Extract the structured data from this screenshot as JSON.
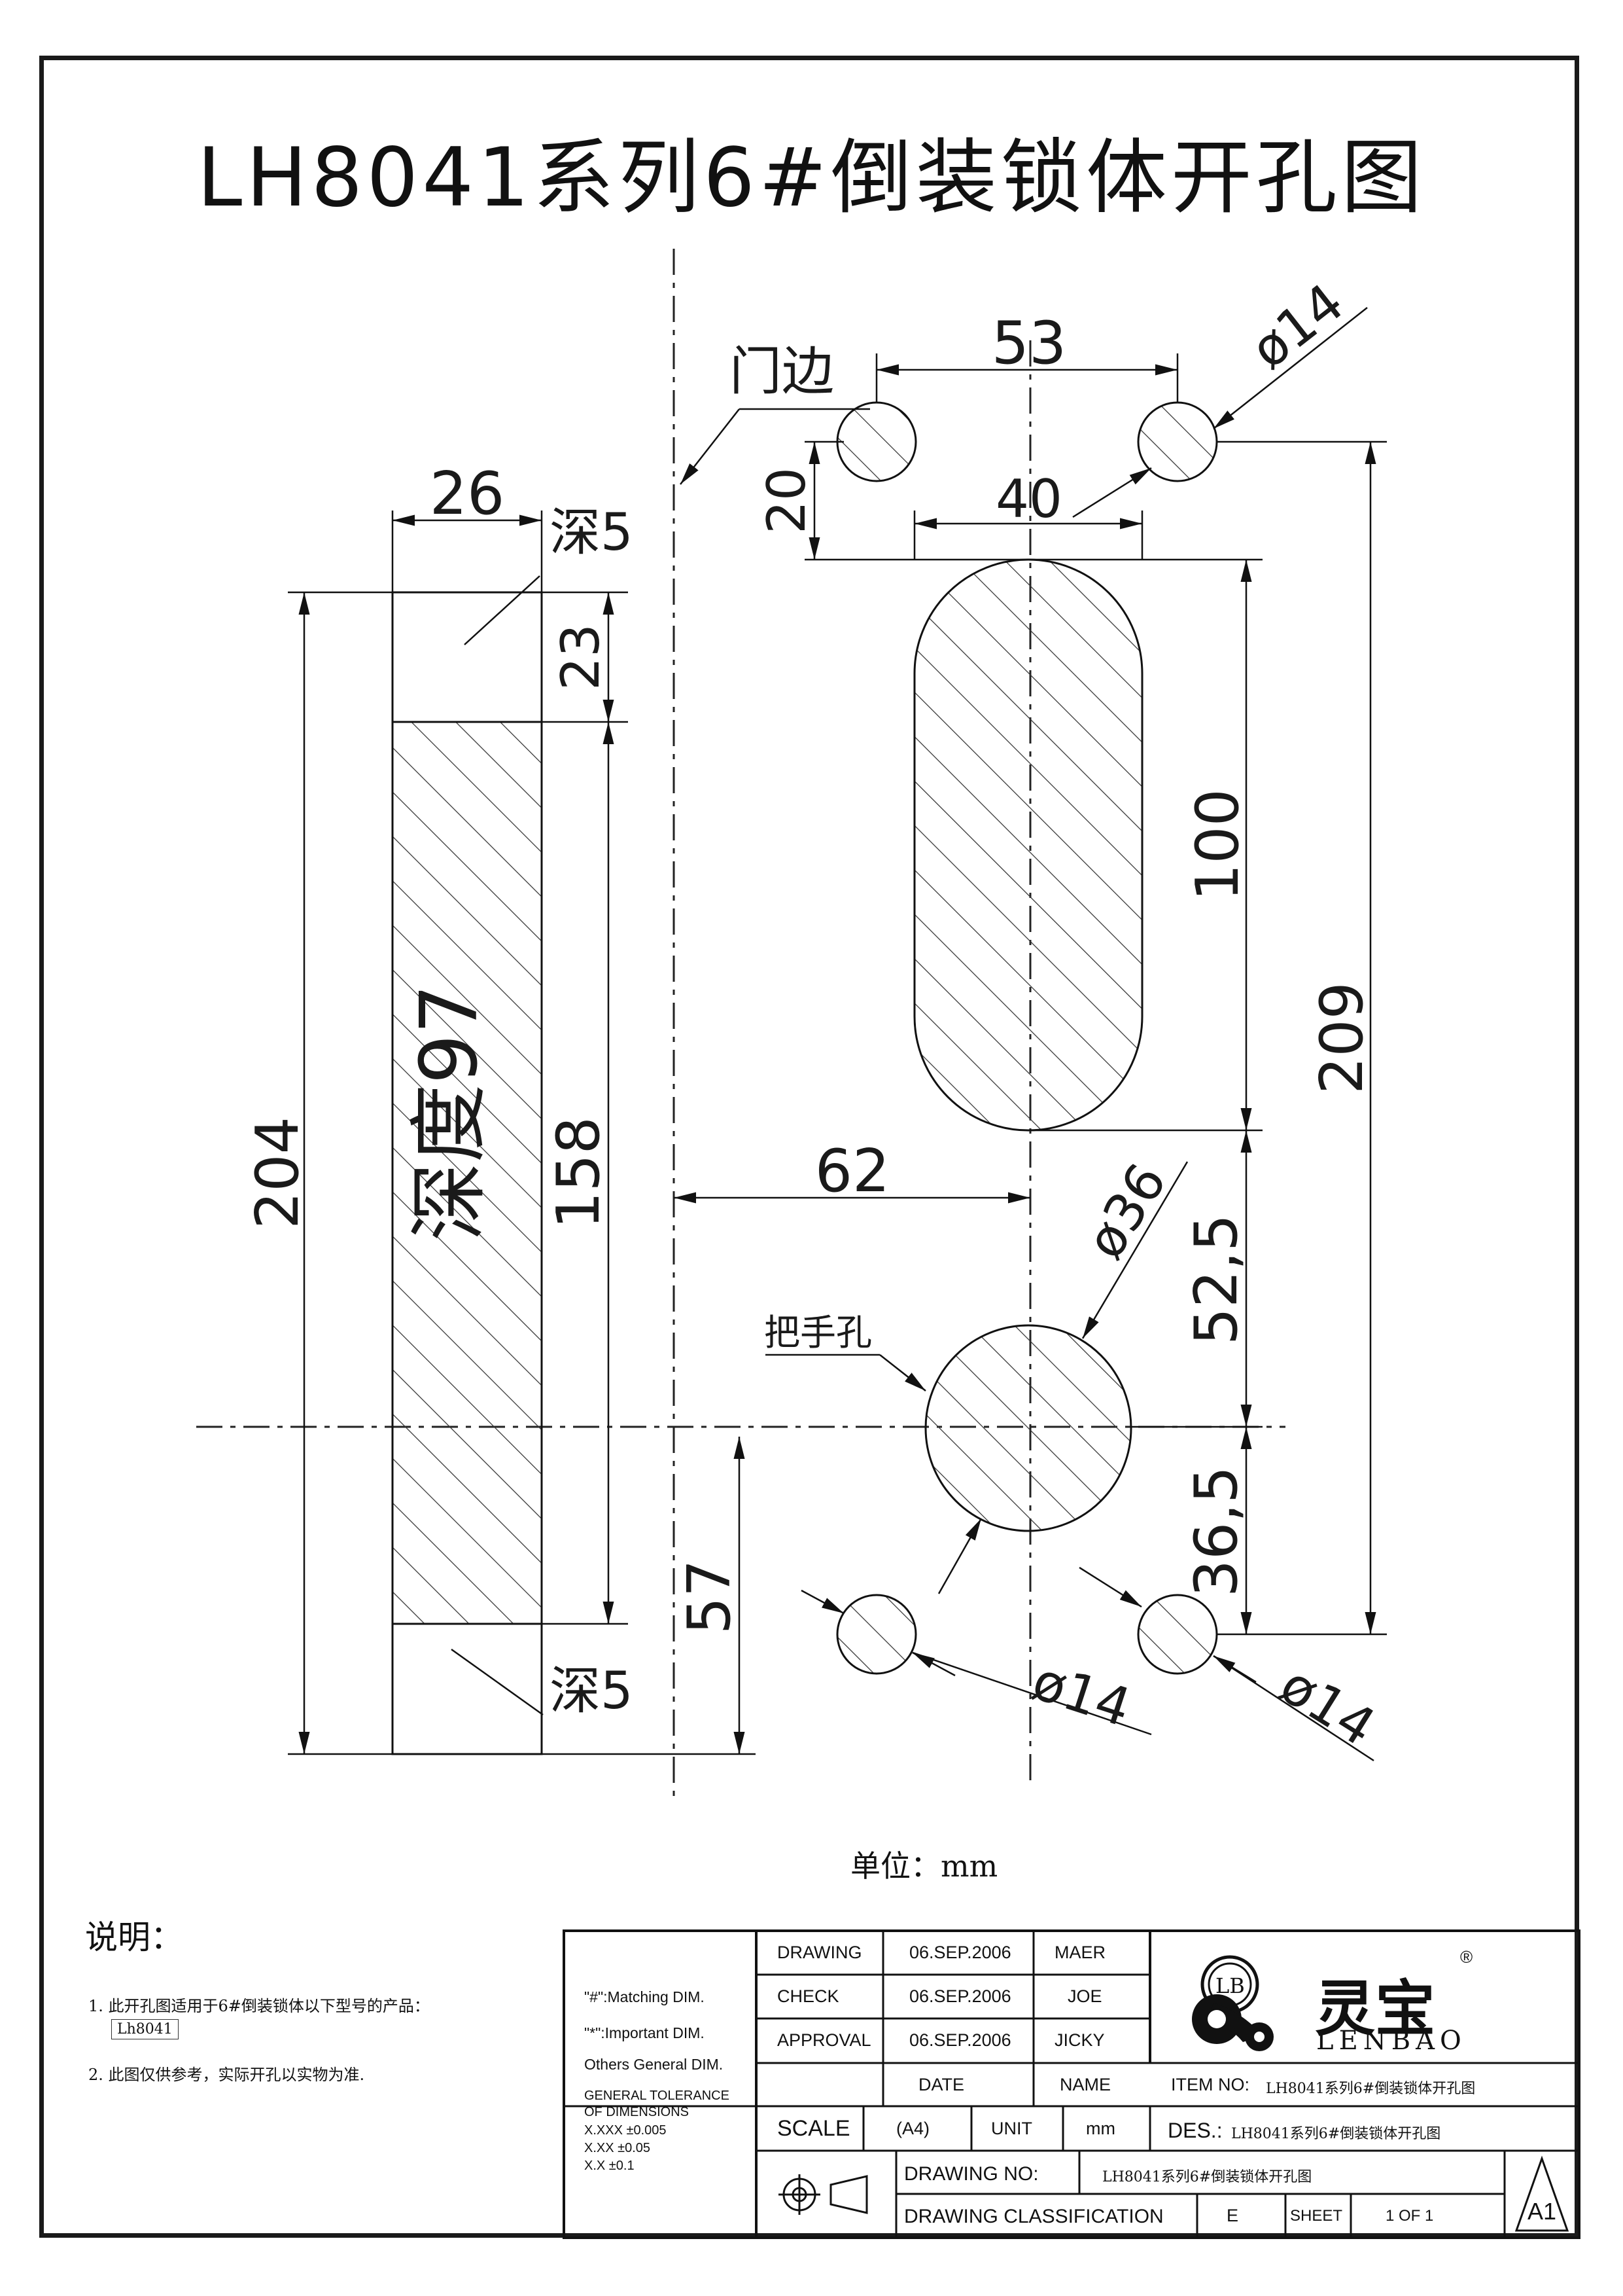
{
  "title": "LH8041系列6#倒装锁体开孔图",
  "drawing": {
    "dims": {
      "d53": "53",
      "d14a": "ø14",
      "d40": "40",
      "d20": "20",
      "d26": "26",
      "d23": "23",
      "d204": "204",
      "d158": "158",
      "d100": "100",
      "d209": "209",
      "d62": "62",
      "d36": "ø36",
      "d52_5": "52,5",
      "d36_5": "36,5",
      "d57": "57",
      "d14b": "ø14",
      "d14c": "ø14"
    },
    "labels": {
      "door_edge": "门边",
      "depth_top": "深5",
      "depth_bottom": "深5",
      "depth_main": "深度97",
      "handle_hole": "把手孔"
    }
  },
  "unit_note": "单位：mm",
  "notes": {
    "title": "说明：",
    "items": [
      "1. 此开孔图适用于6#倒装锁体以下型号的产品：",
      "2. 此图仅供参考，实际开孔以实物为准."
    ],
    "model_box": "Lh8041"
  },
  "title_block": {
    "matching": "\"#\":Matching DIM.",
    "important": "\"*\":Important DIM.",
    "others": "Others General DIM.",
    "tolerance_title_1": "GENERAL TOLERANCE",
    "tolerance_title_2": "OF DIMENSIONS",
    "tol_xxx": "X.XXX  ±0.005",
    "tol_xx": "X.XX    ±0.05",
    "tol_x": "X.X       ±0.1",
    "rows": [
      {
        "label": "DRAWING",
        "date": "06.SEP.2006",
        "name": "MAER"
      },
      {
        "label": "CHECK",
        "date": "06.SEP.2006",
        "name": "JOE"
      },
      {
        "label": "APPROVAL",
        "date": "06.SEP.2006",
        "name": "JICKY"
      }
    ],
    "date_header": "DATE",
    "name_header": "NAME",
    "scale_label": "SCALE",
    "scale_value": "(A4)",
    "unit_label": "UNIT",
    "unit_value": "mm",
    "item_no_label": "ITEM NO:",
    "item_no_value": "LH8041系列6#倒装锁体开孔图",
    "des_label": "DES.:",
    "des_value": "LH8041系列6#倒装锁体开孔图",
    "drawing_no_label": "DRAWING NO:",
    "drawing_no_value": "LH8041系列6#倒装锁体开孔图",
    "classification_label": "DRAWING CLASSIFICATION",
    "classification_value": "E",
    "sheet_label": "SHEET",
    "sheet_value": "1 OF 1",
    "size_mark": "A1",
    "logo_cn": "灵宝",
    "logo_en": "LENBAO",
    "logo_badge": "LB",
    "registered": "®"
  }
}
